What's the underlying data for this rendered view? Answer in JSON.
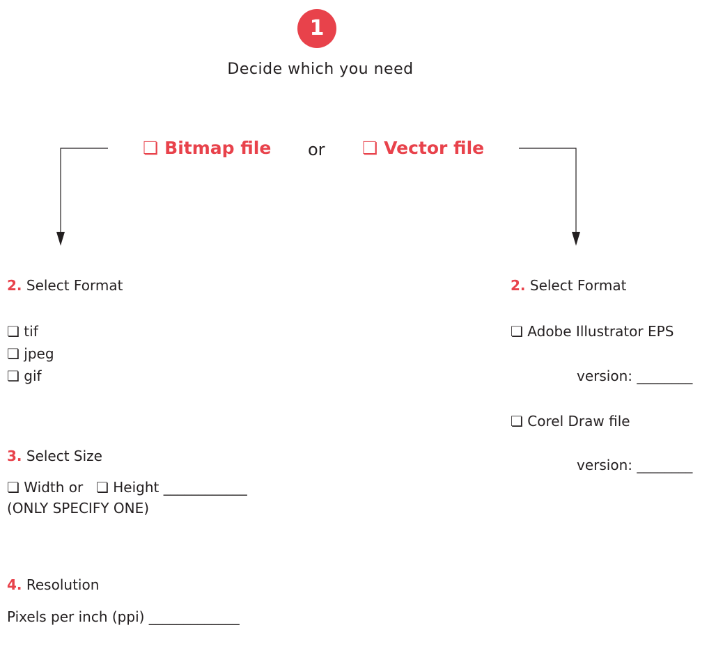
{
  "step1": {
    "badge": "1",
    "title": "Decide which you need"
  },
  "choices": {
    "checkbox_glyph": "❏",
    "bitmap_label": "Bitmap file",
    "or_label": "or",
    "vector_label": "Vector file"
  },
  "bitmap": {
    "format_num": "2.",
    "format_title": "Select Format",
    "formats": [
      "tif",
      "jpeg",
      "gif"
    ],
    "size_num": "3.",
    "size_title": "Select Size",
    "width_label": "Width or",
    "height_label": "Height",
    "height_blank": "____________",
    "size_note": "(ONLY SPECIFY ONE)",
    "res_num": "4.",
    "res_title": "Resolution",
    "ppi_label": "Pixels per inch (ppi)",
    "ppi_blank": "_____________"
  },
  "vector": {
    "format_num": "2.",
    "format_title": "Select Format",
    "option1": "Adobe Illustrator EPS",
    "version_label1": "version:",
    "version_blank1": "________",
    "option2": "Corel Draw file",
    "version_label2": "version:",
    "version_blank2": "________"
  },
  "colors": {
    "accent": "#e8424b",
    "text": "#231f20"
  }
}
